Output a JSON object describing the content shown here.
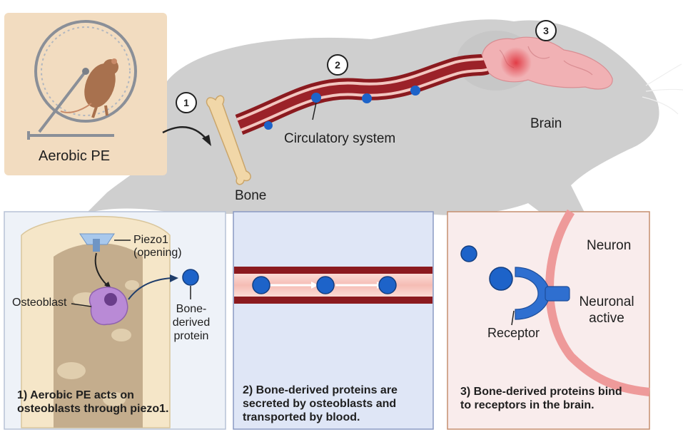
{
  "top": {
    "exercise_label": "Aerobic PE",
    "bone_label": "Bone",
    "circulation_label": "Circulatory system",
    "brain_label": "Brain",
    "step_numbers": [
      "1",
      "2",
      "3"
    ]
  },
  "panel1": {
    "piezo_label": "Piezo1",
    "piezo_state": "(opening)",
    "osteoblast_label": "Osteoblast",
    "protein_label_1": "Bone-",
    "protein_label_2": "derived",
    "protein_label_3": "protein",
    "caption_1": "1) Aerobic PE acts on",
    "caption_2": "osteoblasts through piezo1."
  },
  "panel2": {
    "caption_1": "2) Bone-derived proteins are",
    "caption_2": "secreted by osteoblasts and",
    "caption_3": "transported by blood."
  },
  "panel3": {
    "neuron_label": "Neuron",
    "neuronal_label_1": "Neuronal",
    "neuronal_label_2": "active",
    "receptor_label": "Receptor",
    "caption_1": "3) Bone-derived proteins bind",
    "caption_2": "to receptors in the brain."
  },
  "colors": {
    "mouse_body": "#cfcfcf",
    "exercise_panel": "#f2dcc0",
    "vessel_outer": "#8b1a1f",
    "vessel_inner": "#f6c9c4",
    "protein": "#1d63c9",
    "panel1_bg": "#eef2f8",
    "panel2_bg": "#dfe6f6",
    "panel3_bg": "#f9ecec",
    "receptor": "#2f6fd0",
    "neuron": "#ee9a9a"
  }
}
